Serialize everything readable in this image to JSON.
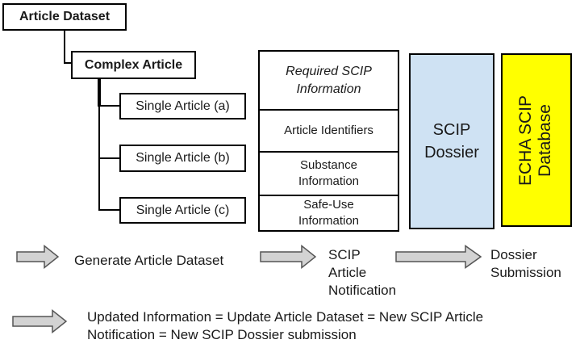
{
  "tree": {
    "root": {
      "label": "Article Dataset"
    },
    "parent": {
      "label": "Complex Article"
    },
    "children": [
      {
        "label": "Single Article (a)"
      },
      {
        "label": "Single Article (b)"
      },
      {
        "label": "Single Article (c)"
      }
    ]
  },
  "info_table": {
    "header_lines": [
      "Required SCIP",
      "Information"
    ],
    "rows": [
      {
        "lines": [
          "Article Identifiers",
          ""
        ]
      },
      {
        "lines": [
          "Substance",
          "Information"
        ]
      },
      {
        "lines": [
          "Safe-Use",
          "Information"
        ]
      }
    ]
  },
  "dossier": {
    "lines": [
      "SCIP",
      "Dossier"
    ]
  },
  "database": {
    "lines": [
      "ECHA SCIP",
      "Database"
    ]
  },
  "flow": {
    "steps": [
      {
        "lines": [
          "Generate Article Dataset",
          "",
          ""
        ]
      },
      {
        "lines": [
          "SCIP",
          "Article",
          "Notification"
        ]
      },
      {
        "lines": [
          "Dossier",
          "Submission",
          ""
        ]
      }
    ]
  },
  "update_note": {
    "lines": [
      "Updated Information = Update Article Dataset = New SCIP Article",
      "Notification = New SCIP Dossier submission"
    ]
  },
  "colors": {
    "dossier_fill": "#CFE2F3",
    "database_fill": "#FFFF00",
    "arrow_fill": "#D3D3D3",
    "arrow_stroke": "#555555",
    "box_border": "#000000"
  }
}
